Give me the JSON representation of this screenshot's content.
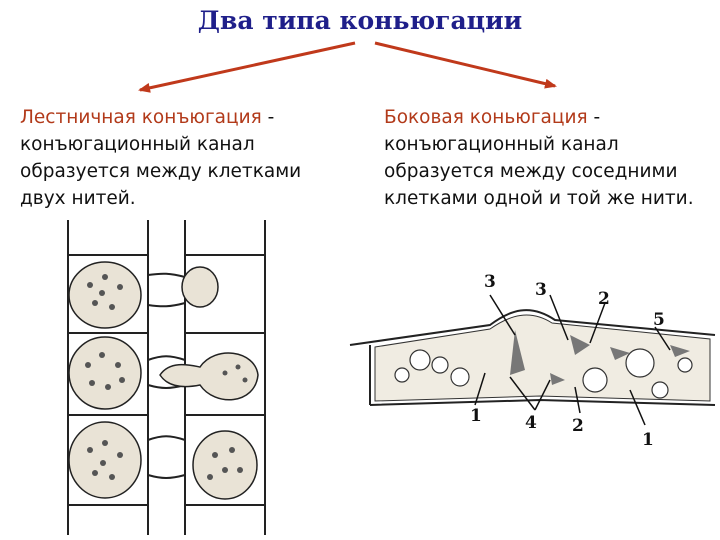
{
  "title": "Два типа коньюгации",
  "colors": {
    "title": "#1f1f8a",
    "heading": "#b23a1a",
    "arrow": "#c0391b",
    "body": "#111111"
  },
  "ladder": {
    "heading": "Лестничная конъюгация",
    "dash": " -",
    "description": "конъюгационный канал образуется между клетками двух нитей."
  },
  "lateral": {
    "heading": "Боковая коньюгация",
    "dash": " -",
    "description": "конъюгационный канал образуется между соседними клетками одной и той же нити."
  },
  "lateral_labels": [
    "3",
    "3",
    "2",
    "5",
    "1",
    "4",
    "2",
    "1"
  ]
}
